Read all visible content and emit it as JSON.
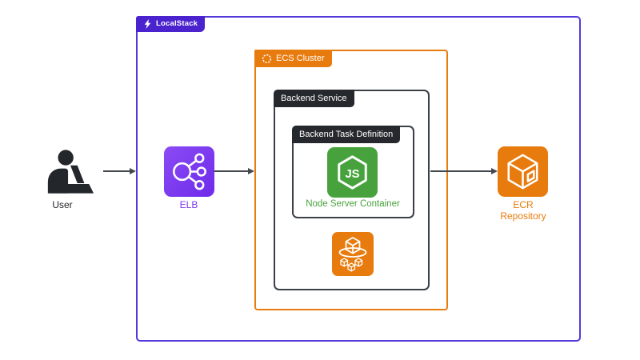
{
  "diagram": {
    "localstack": {
      "label": "LocalStack"
    },
    "ecs_cluster": {
      "label": "ECS Cluster"
    },
    "backend_service": {
      "label": "Backend Service"
    },
    "task_definition": {
      "label": "Backend Task Definition"
    },
    "node_container": {
      "label": "Node Server Container",
      "logo_text": "JS"
    },
    "elb": {
      "label": "ELB"
    },
    "ecr": {
      "label": "ECR Repository"
    },
    "user": {
      "label": "User"
    },
    "icons": {
      "localstack_badge": "localstack-logo-icon",
      "ecs_cluster_badge": "ecs-cluster-ring-icon",
      "node": "nodejs-hexagon-icon",
      "ecs_service": "ecs-cubes-icon",
      "elb": "load-balancer-icon",
      "ecr": "container-registry-cube-icon",
      "user": "person-at-laptop-icon"
    },
    "colors": {
      "purple_border": "#5239DB",
      "purple_badge": "#4A23CE",
      "orange": "#E87B0D",
      "dark_fill": "#25282D",
      "dark_stroke": "#3B4046",
      "green": "#47A23D",
      "elb_purple": "#7C3AED",
      "elb_grad_start": "#8B4BF5",
      "elb_grad_end": "#6E2BE9",
      "arrow": "#43474E",
      "text_dark": "#23262B"
    },
    "connections": [
      {
        "from": "User",
        "to": "LocalStack boundary"
      },
      {
        "from": "ELB",
        "to": "ECS Cluster"
      },
      {
        "from": "Backend Service",
        "to": "ECR Repository"
      }
    ]
  }
}
